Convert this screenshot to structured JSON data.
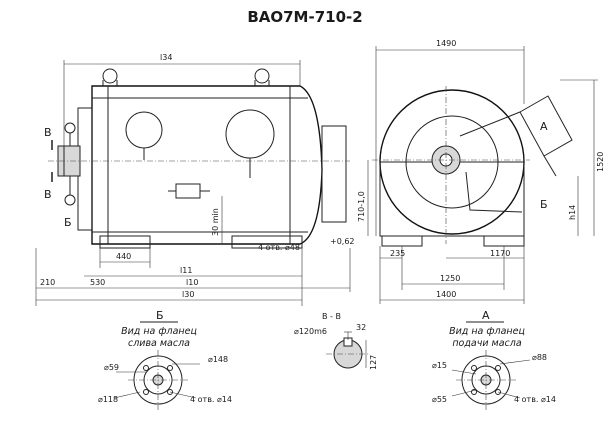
{
  "title": "ВАО7М-710-2",
  "left_view": {
    "section_mark_top": "В",
    "section_mark_bottom": "В",
    "flange_mark_left": "Б",
    "dim_top": "l34",
    "dim_left_offset": "210",
    "dim_530": "530",
    "dim_440": "440",
    "dim_l11": "l11",
    "dim_l10": "l10",
    "dim_l30": "l30",
    "dim_30min": "30 min",
    "holes_note": "4 отв. ⌀48",
    "holes_tol": "+0,62"
  },
  "right_view": {
    "dim_width": "1490",
    "dim_height": "1520",
    "dim_h14": "h14",
    "dim_710": "710-1,0",
    "dim_235": "235",
    "dim_1170": "1170",
    "dim_1250": "1250",
    "dim_1400": "1400",
    "mark_a": "А",
    "mark_b": "Б"
  },
  "detail_b": {
    "letter": "Б",
    "caption_1": "Вид на фланец",
    "caption_2": "слива масла",
    "d_outer": "⌀59",
    "d_bolt": "⌀148",
    "d_118": "⌀118",
    "holes": "4 отв. ⌀14"
  },
  "detail_vv": {
    "letter": "В - В",
    "d_shaft": "⌀120m6",
    "key": "32",
    "depth": "127"
  },
  "detail_a": {
    "letter": "А",
    "caption_1": "Вид на фланец",
    "caption_2": "подачи масла",
    "d_15": "⌀15",
    "d_88": "⌀88",
    "d_55": "⌀55",
    "holes": "4 отв. ⌀14"
  }
}
